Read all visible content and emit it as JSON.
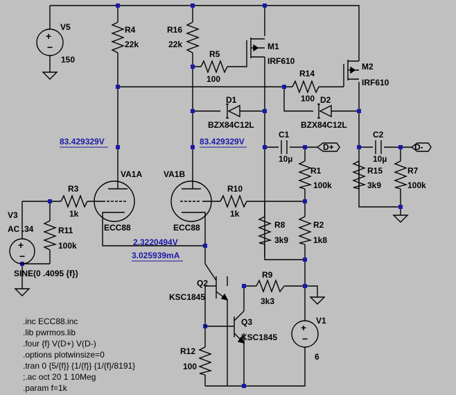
{
  "sources": {
    "v5": {
      "name": "V5",
      "value": "150"
    },
    "v1": {
      "name": "V1",
      "value": "6"
    },
    "v3": {
      "name": "V3",
      "value": "AC .34",
      "waveform": "SINE(0 .4095 {f})"
    }
  },
  "resistors": {
    "r4": {
      "name": "R4",
      "value": "22k"
    },
    "r16": {
      "name": "R16",
      "value": "22k"
    },
    "r5": {
      "name": "R5",
      "value": "100"
    },
    "r14": {
      "name": "R14",
      "value": "100"
    },
    "r3": {
      "name": "R3",
      "value": "1k"
    },
    "r11": {
      "name": "R11",
      "value": "100k"
    },
    "r10": {
      "name": "R10",
      "value": "1k"
    },
    "r1": {
      "name": "R1",
      "value": "100k"
    },
    "r15": {
      "name": "R15",
      "value": "3k9"
    },
    "r7": {
      "name": "R7",
      "value": "100k"
    },
    "r8": {
      "name": "R8",
      "value": "3k9"
    },
    "r2": {
      "name": "R2",
      "value": "1k8"
    },
    "r9": {
      "name": "R9",
      "value": "3k3"
    },
    "r12": {
      "name": "R12",
      "value": "100"
    }
  },
  "capacitors": {
    "c1": {
      "name": "C1",
      "value": "10µ"
    },
    "c2": {
      "name": "C2",
      "value": "10µ"
    }
  },
  "diodes": {
    "d1": {
      "name": "D1",
      "part": "BZX84C12L"
    },
    "d2": {
      "name": "D2",
      "part": "BZX84C12L"
    }
  },
  "mosfets": {
    "m1": {
      "name": "M1",
      "part": "IRF610"
    },
    "m2": {
      "name": "M2",
      "part": "IRF610"
    }
  },
  "tubes": {
    "va1a": {
      "name": "VA1A",
      "part": "ECC88"
    },
    "va1b": {
      "name": "VA1B",
      "part": "ECC88"
    }
  },
  "transistors": {
    "q2": {
      "name": "Q2",
      "part": "KSC1845"
    },
    "q3": {
      "name": "Q3",
      "part": "KSC1845"
    }
  },
  "outputs": {
    "dplus": "D+",
    "dminus": "D-"
  },
  "annotations": {
    "v_anode_a": "83.429329V",
    "v_anode_b": "83.429329V",
    "v_cathode": "2.3220494V",
    "i_cathode": "3.025939mA"
  },
  "directives": [
    ".inc ECC88.inc",
    ".lib pwrmos.lib",
    ".four {f} V(D+) V(D-)",
    ".options plotwinsize=0",
    ".tran 0 {5/{f}} {1/{f}} {1/{f}/8191}",
    ";.ac oct 20 1 10Meg",
    ".param f=1k"
  ]
}
